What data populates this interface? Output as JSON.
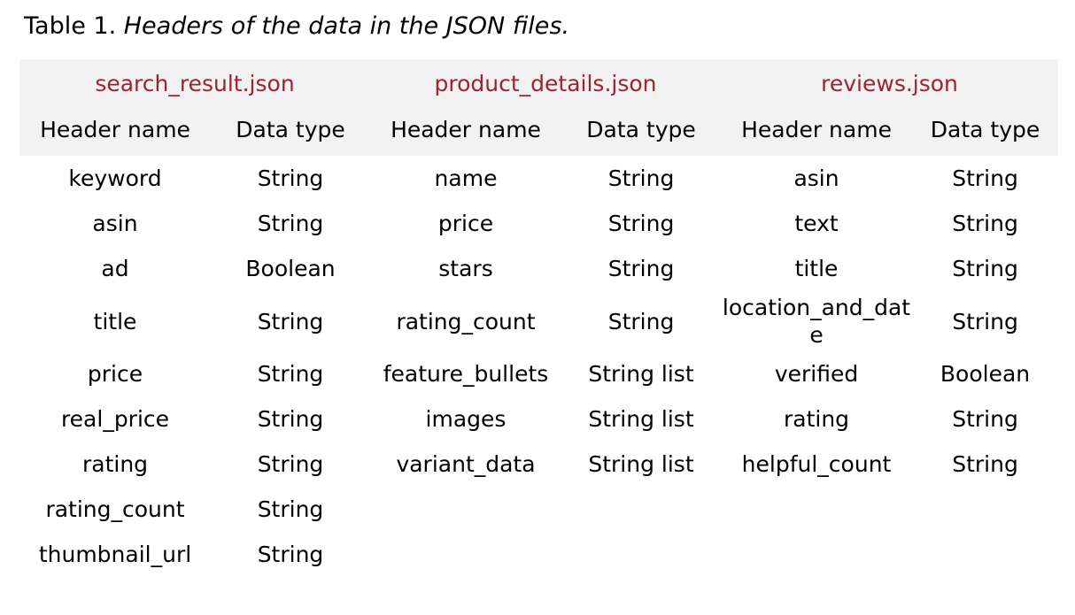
{
  "caption": {
    "label": "Table 1. ",
    "title": "Headers of the data in the JSON files."
  },
  "colors": {
    "file_header": "#9e2230",
    "header_band_bg": "#f2f2f2",
    "text": "#000000",
    "page_bg": "#ffffff"
  },
  "table": {
    "files": [
      {
        "name": "search_result.json"
      },
      {
        "name": "product_details.json"
      },
      {
        "name": "reviews.json"
      }
    ],
    "column_headers": {
      "header_name": "Header name",
      "data_type": "Data type"
    },
    "groups": [
      {
        "file": "search_result.json",
        "rows": [
          {
            "header_name": "keyword",
            "data_type": "String"
          },
          {
            "header_name": "asin",
            "data_type": "String"
          },
          {
            "header_name": "ad",
            "data_type": "Boolean"
          },
          {
            "header_name": "title",
            "data_type": "String"
          },
          {
            "header_name": "price",
            "data_type": "String"
          },
          {
            "header_name": "real_price",
            "data_type": "String"
          },
          {
            "header_name": "rating",
            "data_type": "String"
          },
          {
            "header_name": "rating_count",
            "data_type": "String"
          },
          {
            "header_name": "thumbnail_url",
            "data_type": "String"
          }
        ]
      },
      {
        "file": "product_details.json",
        "rows": [
          {
            "header_name": "name",
            "data_type": "String"
          },
          {
            "header_name": "price",
            "data_type": "String"
          },
          {
            "header_name": "stars",
            "data_type": "String"
          },
          {
            "header_name": "rating_count",
            "data_type": "String"
          },
          {
            "header_name": "feature_bullets",
            "data_type": "String list"
          },
          {
            "header_name": "images",
            "data_type": "String list"
          },
          {
            "header_name": "variant_data",
            "data_type": "String list"
          },
          {
            "header_name": "",
            "data_type": ""
          },
          {
            "header_name": "",
            "data_type": ""
          }
        ]
      },
      {
        "file": "reviews.json",
        "rows": [
          {
            "header_name": "asin",
            "data_type": "String"
          },
          {
            "header_name": "text",
            "data_type": "String"
          },
          {
            "header_name": "title",
            "data_type": "String"
          },
          {
            "header_name": "location_and_date",
            "data_type": "String"
          },
          {
            "header_name": "verified",
            "data_type": "Boolean"
          },
          {
            "header_name": "rating",
            "data_type": "String"
          },
          {
            "header_name": "helpful_count",
            "data_type": "String"
          },
          {
            "header_name": "",
            "data_type": ""
          },
          {
            "header_name": "",
            "data_type": ""
          }
        ]
      }
    ]
  }
}
